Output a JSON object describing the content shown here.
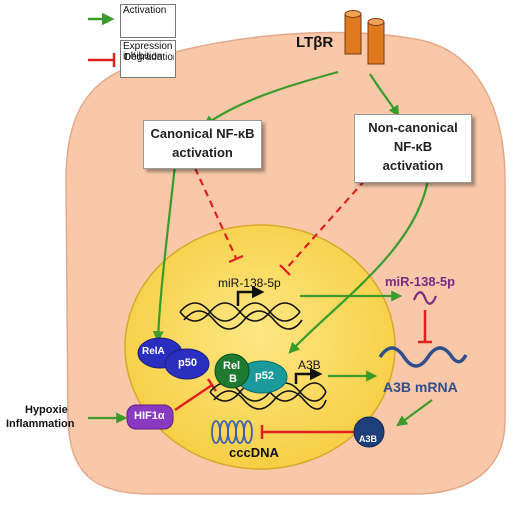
{
  "legend": {
    "activation": "Activation",
    "inhibition_expression": "Expression inhibition",
    "degradation": "Dégradation",
    "activation_color": "#3a9a2a",
    "inhibition_color": "#e02020"
  },
  "receptor": "LTβR",
  "canonical": {
    "line1": "Canonical NF-κB",
    "line2": "activation"
  },
  "non_canonical": {
    "line1": "Non-canonical",
    "line2": "NF-κB",
    "line3": "activation"
  },
  "mir_gene_label": "miR-138-5p",
  "mir_product_label": "miR-138-5p",
  "a3b_gene_label": "A3B",
  "a3b_mrna_label": "A3B mRNA",
  "a3b_protein_label": "A3B",
  "rela": "RelA",
  "p50": "p50",
  "relb_line1": "Rel",
  "relb_line2": "B",
  "p52": "p52",
  "hif1a": "HIF1α",
  "hypoxia": {
    "line1": "Hypoxie",
    "line2": "Inflammation"
  },
  "cccdna": "cccDNA",
  "colors": {
    "cell": "#f9c8a9",
    "nucleus": "#fbdd63",
    "mir": "#7a2a80",
    "mrna": "#2e4e8c",
    "activation": "#3a9a2a",
    "inhibition": "#e02020"
  }
}
